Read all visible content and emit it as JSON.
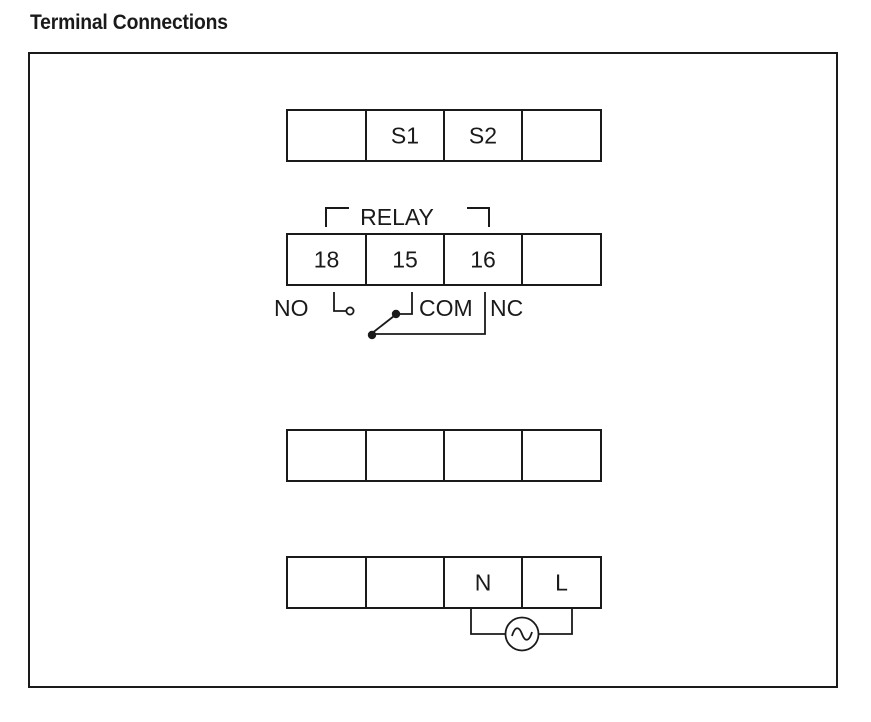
{
  "title": "Terminal Connections",
  "terminal_rows": [
    {
      "id": "row-1",
      "cells": [
        "",
        "S1",
        "S2",
        ""
      ]
    },
    {
      "id": "row-2",
      "cells": [
        "18",
        "15",
        "16",
        ""
      ]
    },
    {
      "id": "row-3",
      "cells": [
        "",
        "",
        "",
        ""
      ]
    },
    {
      "id": "row-4",
      "cells": [
        "",
        "",
        "N",
        "L"
      ]
    }
  ],
  "relay": {
    "label": "RELAY",
    "no_label": "NO",
    "com_label": "COM",
    "nc_label": "NC"
  },
  "colors": {
    "line": "#1a1a1a",
    "background": "#ffffff"
  },
  "icons": {
    "ac_source": "ac-source-icon"
  }
}
